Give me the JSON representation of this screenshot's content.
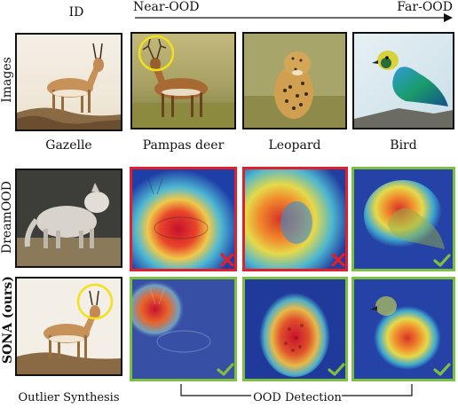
{
  "header": {
    "id_label": "ID",
    "near_label": "Near-OOD",
    "far_label": "Far-OOD"
  },
  "row_labels": {
    "images": "Images",
    "dreamood": "DreamOOD",
    "sona": "SONA (ours)"
  },
  "captions": {
    "gazelle": "Gazelle",
    "pampas": "Pampas deer",
    "leopard": "Leopard",
    "bird": "Bird"
  },
  "footer": {
    "outlier": "Outlier Synthesis",
    "ood": "OOD Detection"
  },
  "colors": {
    "wrong": "#e0212b",
    "correct": "#7fbf3f"
  },
  "icons": {
    "wrong": "cross-icon",
    "correct": "check-icon"
  }
}
